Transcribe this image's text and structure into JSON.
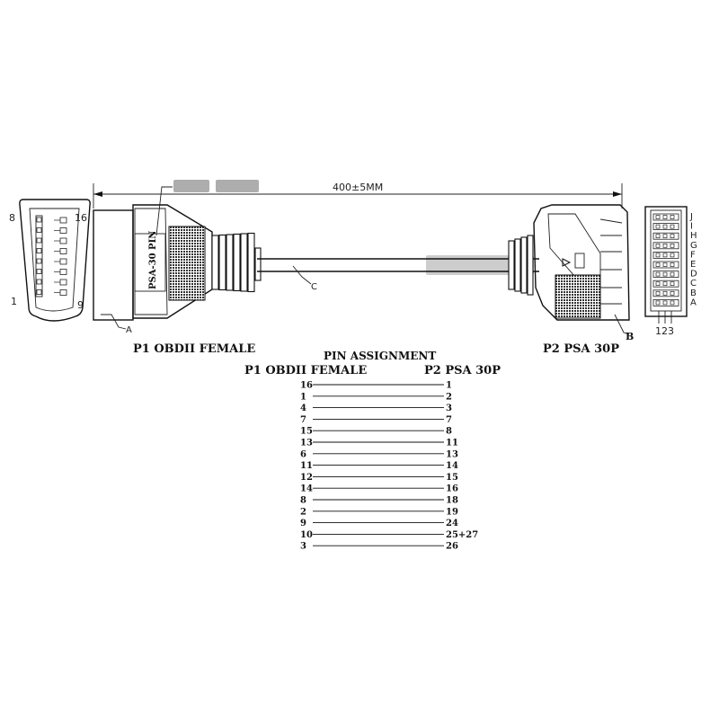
{
  "connector_a": {
    "pin_top_left": "8",
    "pin_top_right": "16",
    "pin_bottom_left": "1",
    "pin_bottom_right": "9"
  },
  "cable": {
    "length_label": "400±5MM",
    "tag_a": "A",
    "tag_b": "B",
    "tag_c": "C",
    "boot_label": "PSA-30 PIN"
  },
  "labels": {
    "p1": "P1 OBDII FEMALE",
    "p2": "P2 PSA 30P"
  },
  "psa_face": {
    "rows": [
      "J",
      "I",
      "H",
      "G",
      "F",
      "E",
      "D",
      "C",
      "B",
      "A"
    ],
    "columns": "123"
  },
  "pin_assignment": {
    "title": "PIN ASSIGNMENT",
    "left_header": "P1 OBDII FEMALE",
    "right_header": "P2 PSA 30P",
    "pairs": [
      {
        "p1": "16",
        "p2": "1"
      },
      {
        "p1": "1",
        "p2": "2"
      },
      {
        "p1": "4",
        "p2": "3"
      },
      {
        "p1": "7",
        "p2": "7"
      },
      {
        "p1": "15",
        "p2": "8"
      },
      {
        "p1": "13",
        "p2": "11"
      },
      {
        "p1": "6",
        "p2": "13"
      },
      {
        "p1": "11",
        "p2": "14"
      },
      {
        "p1": "12",
        "p2": "15"
      },
      {
        "p1": "14",
        "p2": "16"
      },
      {
        "p1": "8",
        "p2": "18"
      },
      {
        "p1": "2",
        "p2": "19"
      },
      {
        "p1": "9",
        "p2": "24"
      },
      {
        "p1": "10",
        "p2": "25+27"
      },
      {
        "p1": "3",
        "p2": "26"
      }
    ]
  }
}
